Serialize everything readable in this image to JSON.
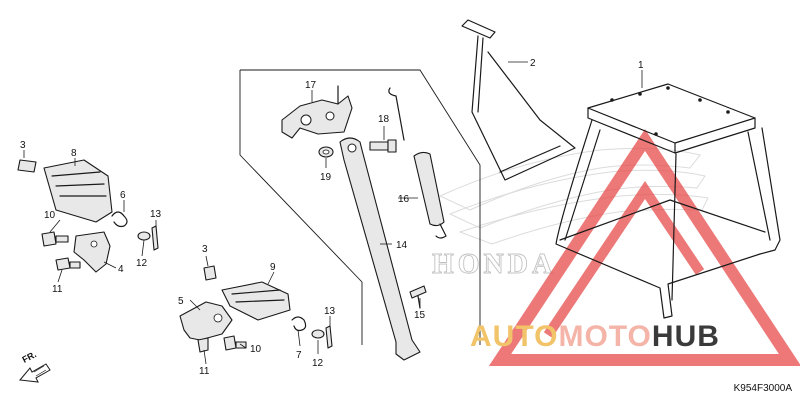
{
  "diagram": {
    "code": "K954F3000A",
    "direction_label": "FR.",
    "watermark_brand": "HONDA",
    "watermark_text": {
      "part1": "AUTO",
      "part2": "MOTO",
      "part3": "HUB"
    },
    "colors": {
      "watermark_gold": "#f2c469",
      "watermark_pink": "#f4b4a8",
      "watermark_dark": "#3a3a3a",
      "logo_red": "#e84b4b"
    }
  },
  "callouts": [
    {
      "id": "c1",
      "text": "1"
    },
    {
      "id": "c2",
      "text": "2"
    },
    {
      "id": "c3a",
      "text": "3"
    },
    {
      "id": "c3b",
      "text": "3"
    },
    {
      "id": "c4",
      "text": "4"
    },
    {
      "id": "c5",
      "text": "5"
    },
    {
      "id": "c6",
      "text": "6"
    },
    {
      "id": "c7",
      "text": "7"
    },
    {
      "id": "c8",
      "text": "8"
    },
    {
      "id": "c9",
      "text": "9"
    },
    {
      "id": "c10a",
      "text": "10"
    },
    {
      "id": "c10b",
      "text": "10"
    },
    {
      "id": "c11a",
      "text": "11"
    },
    {
      "id": "c11b",
      "text": "11"
    },
    {
      "id": "c12a",
      "text": "12"
    },
    {
      "id": "c12b",
      "text": "12"
    },
    {
      "id": "c13a",
      "text": "13"
    },
    {
      "id": "c13b",
      "text": "13"
    },
    {
      "id": "c14",
      "text": "14"
    },
    {
      "id": "c15",
      "text": "15"
    },
    {
      "id": "c16",
      "text": "16"
    },
    {
      "id": "c17",
      "text": "17"
    },
    {
      "id": "c18",
      "text": "18"
    },
    {
      "id": "c19",
      "text": "19"
    }
  ]
}
